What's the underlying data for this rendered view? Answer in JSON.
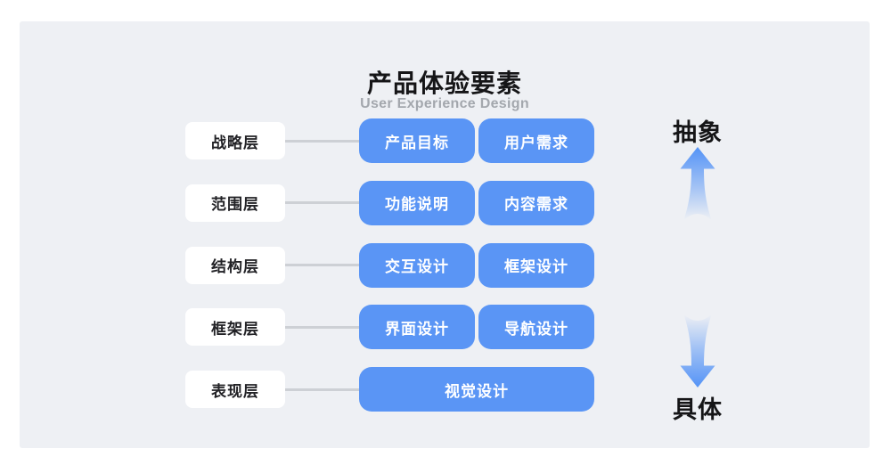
{
  "title": "产品体验要素",
  "subtitle": "User Experience Design",
  "rows": [
    {
      "label": "战略层",
      "items": [
        "产品目标",
        "用户需求"
      ]
    },
    {
      "label": "范围层",
      "items": [
        "功能说明",
        "内容需求"
      ]
    },
    {
      "label": "结构层",
      "items": [
        "交互设计",
        "框架设计"
      ]
    },
    {
      "label": "框架层",
      "items": [
        "界面设计",
        "导航设计"
      ]
    },
    {
      "label": "表现层",
      "items": [
        "视觉设计"
      ]
    }
  ],
  "scale": {
    "top_label": "抽象",
    "bottom_label": "具体"
  },
  "colors": {
    "page_bg": "#FFFFFF",
    "card_bg": "#EEF0F4",
    "box_blue": "#5A95F5",
    "box_text": "#FFFFFF",
    "label_bg": "#FFFFFF",
    "label_text": "#222226",
    "connector": "#CDD0D5",
    "title_text": "#151517",
    "subtitle_text": "#A3A7AD",
    "arrow_blue": "#478BF6"
  }
}
